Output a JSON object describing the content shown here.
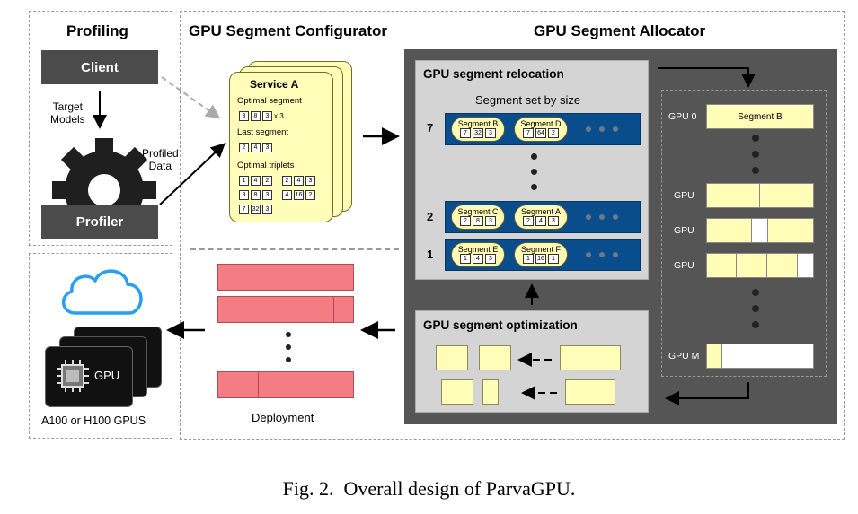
{
  "profiling": {
    "title": "Profiling",
    "client_label": "Client",
    "target_models_label": "Target\nModels",
    "profiled_data_label": "Profiled\nData",
    "profiler_label": "Profiler"
  },
  "hardware": {
    "chip_label": "GPU",
    "caption": "A100 or H100 GPUS"
  },
  "configurator": {
    "title": "GPU Segment Configurator",
    "service_title": "Service A",
    "optimal_segment_label": "Optimal segment",
    "optimal_segment_cells": [
      "3",
      "8",
      "3"
    ],
    "optimal_segment_mult": "x 3",
    "last_segment_label": "Last segment",
    "last_segment_cells": [
      "2",
      "4",
      "3"
    ],
    "optimal_triplets_label": "Optimal triplets",
    "triplets": [
      [
        "1",
        "4",
        "2"
      ],
      [
        "2",
        "4",
        "3"
      ],
      [
        "3",
        "8",
        "3"
      ],
      [
        "4",
        "16",
        "2"
      ],
      [
        "7",
        "32",
        "3"
      ]
    ],
    "deployment_label": "Deployment"
  },
  "allocator": {
    "title": "GPU Segment Allocator",
    "relocation_title": "GPU segment relocation",
    "set_by_size_label": "Segment set by size",
    "rows": [
      {
        "size": "7",
        "segments": [
          {
            "name": "Segment B",
            "cells": [
              "7",
              "32",
              "3"
            ]
          },
          {
            "name": "Segment D",
            "cells": [
              "7",
              "64",
              "2"
            ]
          }
        ]
      },
      {
        "size": "2",
        "segments": [
          {
            "name": "Segment C",
            "cells": [
              "2",
              "8",
              "3"
            ]
          },
          {
            "name": "Segment A",
            "cells": [
              "2",
              "4",
              "3"
            ]
          }
        ]
      },
      {
        "size": "1",
        "segments": [
          {
            "name": "Segment E",
            "cells": [
              "1",
              "4",
              "3"
            ]
          },
          {
            "name": "Segment F",
            "cells": [
              "1",
              "16",
              "1"
            ]
          }
        ]
      }
    ],
    "optimization_title": "GPU segment optimization",
    "gpu0_label": "GPU 0",
    "gpu0_segment": "Segment B",
    "gpu_label_a": "GPU",
    "gpu_label_b": "GPU",
    "gpu_label_c": "GPU",
    "gpum_label": "GPU M"
  },
  "caption": "Fig. 2.  Overall design of ParvaGPU."
}
